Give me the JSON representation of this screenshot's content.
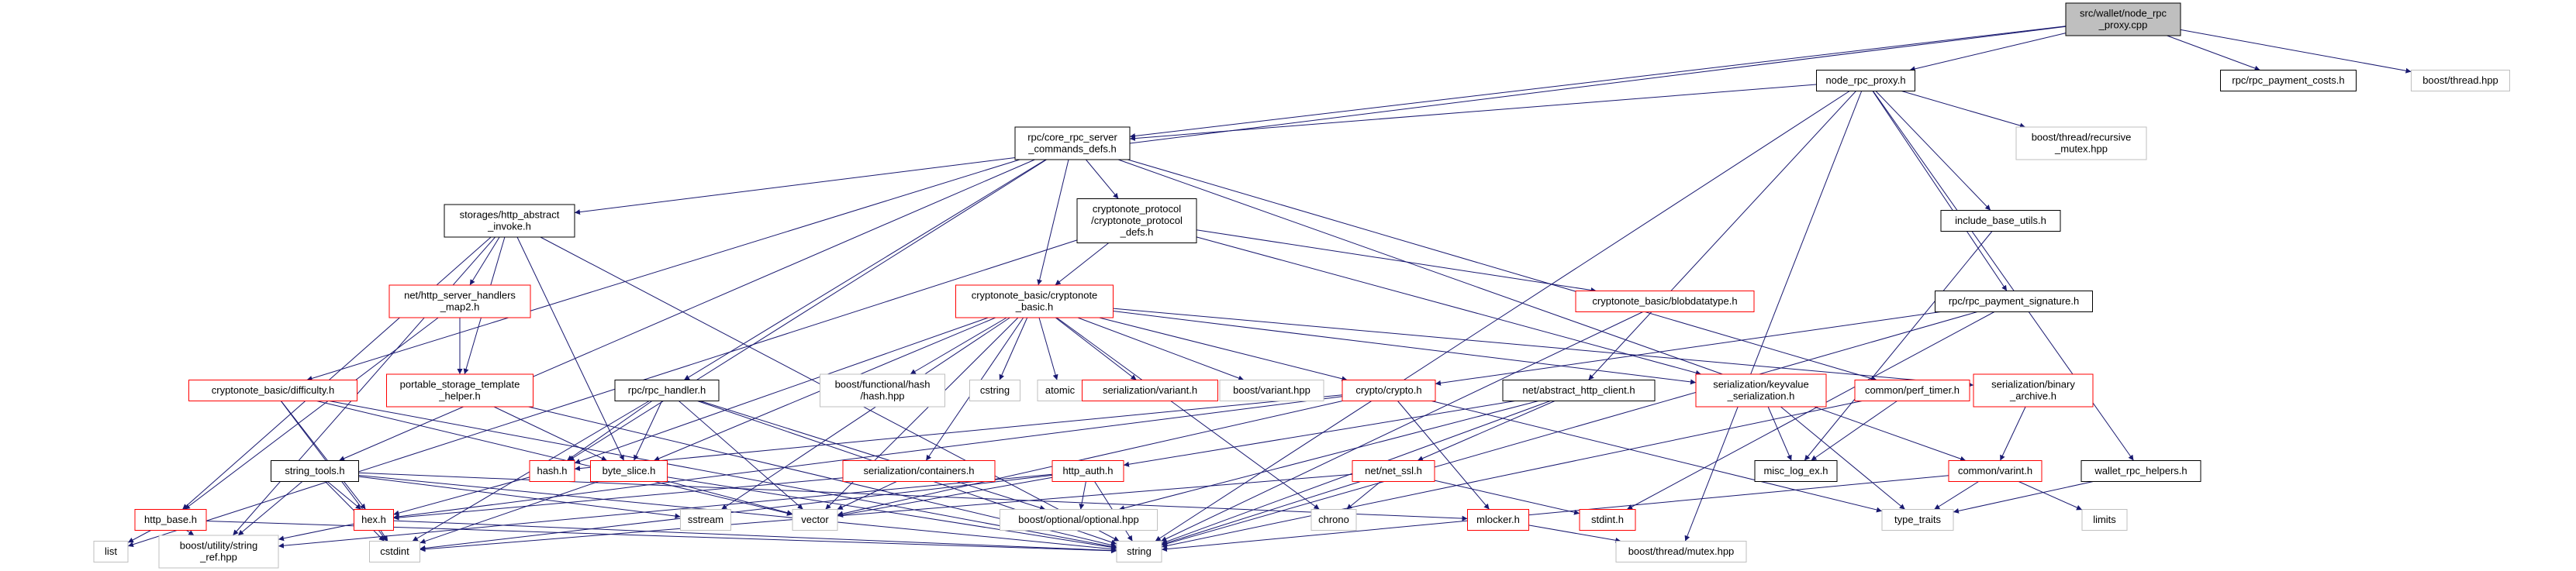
{
  "colors": {
    "edge": "#191970",
    "root_fill": "#bfbfbf",
    "node_border": "#000000",
    "red_border": "#ff0000",
    "gray_border": "#bfbfbf",
    "background": "#ffffff"
  },
  "nodes": [
    {
      "id": "root",
      "lines": [
        "src/wallet/node_rpc",
        "_proxy.cpp"
      ],
      "style": "root"
    },
    {
      "id": "node_rpc_proxy",
      "lines": [
        "node_rpc_proxy.h"
      ],
      "style": "black"
    },
    {
      "id": "rpc_payment_costs",
      "lines": [
        "rpc/rpc_payment_costs.h"
      ],
      "style": "black"
    },
    {
      "id": "boost_thread",
      "lines": [
        "boost/thread.hpp"
      ],
      "style": "gray"
    },
    {
      "id": "core_rpc",
      "lines": [
        "rpc/core_rpc_server",
        "_commands_defs.h"
      ],
      "style": "black"
    },
    {
      "id": "recursive_mutex",
      "lines": [
        "boost/thread/recursive",
        "_mutex.hpp"
      ],
      "style": "gray"
    },
    {
      "id": "http_abstract_invoke",
      "lines": [
        "storages/http_abstract",
        "_invoke.h"
      ],
      "style": "black"
    },
    {
      "id": "cn_protocol_defs",
      "lines": [
        "cryptonote_protocol",
        "/cryptonote_protocol",
        "_defs.h"
      ],
      "style": "black"
    },
    {
      "id": "include_base_utils",
      "lines": [
        "include_base_utils.h"
      ],
      "style": "black"
    },
    {
      "id": "http_server_handlers",
      "lines": [
        "net/http_server_handlers",
        "_map2.h"
      ],
      "style": "red"
    },
    {
      "id": "cn_basic",
      "lines": [
        "cryptonote_basic/cryptonote",
        "_basic.h"
      ],
      "style": "red"
    },
    {
      "id": "blobdatatype",
      "lines": [
        "cryptonote_basic/blobdatatype.h"
      ],
      "style": "red"
    },
    {
      "id": "rpc_payment_signature",
      "lines": [
        "rpc/rpc_payment_signature.h"
      ],
      "style": "black"
    },
    {
      "id": "difficulty",
      "lines": [
        "cryptonote_basic/difficulty.h"
      ],
      "style": "red"
    },
    {
      "id": "portable_storage",
      "lines": [
        "portable_storage_template",
        "_helper.h"
      ],
      "style": "red"
    },
    {
      "id": "rpc_handler",
      "lines": [
        "rpc/rpc_handler.h"
      ],
      "style": "black"
    },
    {
      "id": "functional_hash",
      "lines": [
        "boost/functional/hash",
        "/hash.hpp"
      ],
      "style": "gray"
    },
    {
      "id": "cstring",
      "lines": [
        "cstring"
      ],
      "style": "gray"
    },
    {
      "id": "atomic",
      "lines": [
        "atomic"
      ],
      "style": "gray"
    },
    {
      "id": "ser_variant",
      "lines": [
        "serialization/variant.h"
      ],
      "style": "red"
    },
    {
      "id": "boost_variant",
      "lines": [
        "boost/variant.hpp"
      ],
      "style": "gray"
    },
    {
      "id": "crypto",
      "lines": [
        "crypto/crypto.h"
      ],
      "style": "red"
    },
    {
      "id": "abstract_http_client",
      "lines": [
        "net/abstract_http_client.h"
      ],
      "style": "black"
    },
    {
      "id": "keyvalue_ser",
      "lines": [
        "serialization/keyvalue",
        "_serialization.h"
      ],
      "style": "red"
    },
    {
      "id": "perf_timer",
      "lines": [
        "common/perf_timer.h"
      ],
      "style": "red"
    },
    {
      "id": "binary_archive",
      "lines": [
        "serialization/binary",
        "_archive.h"
      ],
      "style": "red"
    },
    {
      "id": "string_tools",
      "lines": [
        "string_tools.h"
      ],
      "style": "black"
    },
    {
      "id": "hash",
      "lines": [
        "hash.h"
      ],
      "style": "red"
    },
    {
      "id": "byte_slice",
      "lines": [
        "byte_slice.h"
      ],
      "style": "red"
    },
    {
      "id": "ser_containers",
      "lines": [
        "serialization/containers.h"
      ],
      "style": "red"
    },
    {
      "id": "http_auth",
      "lines": [
        "http_auth.h"
      ],
      "style": "red"
    },
    {
      "id": "net_ssl",
      "lines": [
        "net/net_ssl.h"
      ],
      "style": "red"
    },
    {
      "id": "misc_log_ex",
      "lines": [
        "misc_log_ex.h"
      ],
      "style": "black"
    },
    {
      "id": "varint",
      "lines": [
        "common/varint.h"
      ],
      "style": "red"
    },
    {
      "id": "wallet_rpc_helpers",
      "lines": [
        "wallet_rpc_helpers.h"
      ],
      "style": "black"
    },
    {
      "id": "http_base",
      "lines": [
        "http_base.h"
      ],
      "style": "red"
    },
    {
      "id": "hex",
      "lines": [
        "hex.h"
      ],
      "style": "red"
    },
    {
      "id": "sstream",
      "lines": [
        "sstream"
      ],
      "style": "gray"
    },
    {
      "id": "vector",
      "lines": [
        "vector"
      ],
      "style": "gray"
    },
    {
      "id": "optional",
      "lines": [
        "boost/optional/optional.hpp"
      ],
      "style": "gray"
    },
    {
      "id": "chrono",
      "lines": [
        "chrono"
      ],
      "style": "gray"
    },
    {
      "id": "mlocker",
      "lines": [
        "mlocker.h"
      ],
      "style": "red"
    },
    {
      "id": "stdint",
      "lines": [
        "stdint.h"
      ],
      "style": "red"
    },
    {
      "id": "type_traits",
      "lines": [
        "type_traits"
      ],
      "style": "gray"
    },
    {
      "id": "limits",
      "lines": [
        "limits"
      ],
      "style": "gray"
    },
    {
      "id": "list",
      "lines": [
        "list"
      ],
      "style": "gray"
    },
    {
      "id": "string_ref",
      "lines": [
        "boost/utility/string",
        "_ref.hpp"
      ],
      "style": "gray"
    },
    {
      "id": "cstdint",
      "lines": [
        "cstdint"
      ],
      "style": "gray"
    },
    {
      "id": "string",
      "lines": [
        "string"
      ],
      "style": "gray"
    },
    {
      "id": "boost_mutex",
      "lines": [
        "boost/thread/mutex.hpp"
      ],
      "style": "gray"
    }
  ],
  "edges": [
    [
      "root",
      "node_rpc_proxy"
    ],
    [
      "root",
      "rpc_payment_costs"
    ],
    [
      "root",
      "boost_thread"
    ],
    [
      "root",
      "core_rpc"
    ],
    [
      "root",
      "http_abstract_invoke"
    ],
    [
      "node_rpc_proxy",
      "core_rpc"
    ],
    [
      "node_rpc_proxy",
      "recursive_mutex"
    ],
    [
      "node_rpc_proxy",
      "include_base_utils"
    ],
    [
      "node_rpc_proxy",
      "rpc_payment_signature"
    ],
    [
      "node_rpc_proxy",
      "abstract_http_client"
    ],
    [
      "node_rpc_proxy",
      "wallet_rpc_helpers"
    ],
    [
      "node_rpc_proxy",
      "string"
    ],
    [
      "node_rpc_proxy",
      "boost_mutex"
    ],
    [
      "core_rpc",
      "cn_protocol_defs"
    ],
    [
      "core_rpc",
      "cn_basic"
    ],
    [
      "core_rpc",
      "difficulty"
    ],
    [
      "core_rpc",
      "rpc_handler"
    ],
    [
      "core_rpc",
      "hash"
    ],
    [
      "core_rpc",
      "perf_timer"
    ],
    [
      "core_rpc",
      "varint"
    ],
    [
      "core_rpc",
      "string_tools"
    ],
    [
      "http_abstract_invoke",
      "http_server_handlers"
    ],
    [
      "http_abstract_invoke",
      "portable_storage"
    ],
    [
      "http_abstract_invoke",
      "byte_slice"
    ],
    [
      "http_abstract_invoke",
      "http_base"
    ],
    [
      "http_abstract_invoke",
      "string_ref"
    ],
    [
      "http_abstract_invoke",
      "string"
    ],
    [
      "cn_protocol_defs",
      "cn_basic"
    ],
    [
      "cn_protocol_defs",
      "blobdatatype"
    ],
    [
      "cn_protocol_defs",
      "keyvalue_ser"
    ],
    [
      "cn_protocol_defs",
      "list"
    ],
    [
      "include_base_utils",
      "misc_log_ex"
    ],
    [
      "http_server_handlers",
      "http_base"
    ],
    [
      "http_server_handlers",
      "portable_storage"
    ],
    [
      "cn_basic",
      "hash"
    ],
    [
      "cn_basic",
      "functional_hash"
    ],
    [
      "cn_basic",
      "cstring"
    ],
    [
      "cn_basic",
      "atomic"
    ],
    [
      "cn_basic",
      "ser_variant"
    ],
    [
      "cn_basic",
      "boost_variant"
    ],
    [
      "cn_basic",
      "crypto"
    ],
    [
      "cn_basic",
      "keyvalue_ser"
    ],
    [
      "cn_basic",
      "binary_archive"
    ],
    [
      "cn_basic",
      "ser_containers"
    ],
    [
      "cn_basic",
      "sstream"
    ],
    [
      "cn_basic",
      "vector"
    ],
    [
      "cn_basic",
      "chrono"
    ],
    [
      "cn_basic",
      "byte_slice"
    ],
    [
      "blobdatatype",
      "string"
    ],
    [
      "rpc_payment_signature",
      "crypto"
    ],
    [
      "rpc_payment_signature",
      "stdint"
    ],
    [
      "rpc_payment_signature",
      "string"
    ],
    [
      "difficulty",
      "cstdint"
    ],
    [
      "difficulty",
      "string"
    ],
    [
      "difficulty",
      "vector"
    ],
    [
      "difficulty",
      "hex"
    ],
    [
      "portable_storage",
      "byte_slice"
    ],
    [
      "portable_storage",
      "string"
    ],
    [
      "rpc_handler",
      "hash"
    ],
    [
      "rpc_handler",
      "byte_slice"
    ],
    [
      "rpc_handler",
      "vector"
    ],
    [
      "rpc_handler",
      "string"
    ],
    [
      "rpc_handler",
      "optional"
    ],
    [
      "rpc_handler",
      "cstdint"
    ],
    [
      "crypto",
      "hash"
    ],
    [
      "crypto",
      "hex"
    ],
    [
      "crypto",
      "vector"
    ],
    [
      "crypto",
      "mlocker"
    ],
    [
      "crypto",
      "type_traits"
    ],
    [
      "abstract_http_client",
      "http_auth"
    ],
    [
      "abstract_http_client",
      "net_ssl"
    ],
    [
      "abstract_http_client",
      "string"
    ],
    [
      "abstract_http_client",
      "optional"
    ],
    [
      "keyvalue_ser",
      "misc_log_ex"
    ],
    [
      "keyvalue_ser",
      "type_traits"
    ],
    [
      "perf_timer",
      "misc_log_ex"
    ],
    [
      "perf_timer",
      "string"
    ],
    [
      "binary_archive",
      "varint"
    ],
    [
      "string_tools",
      "hex"
    ],
    [
      "string_tools",
      "string_ref"
    ],
    [
      "string_tools",
      "cstdint"
    ],
    [
      "string_tools",
      "sstream"
    ],
    [
      "string_tools",
      "string"
    ],
    [
      "string_tools",
      "mlocker"
    ],
    [
      "byte_slice",
      "cstdint"
    ],
    [
      "byte_slice",
      "string"
    ],
    [
      "byte_slice",
      "vector"
    ],
    [
      "ser_containers",
      "vector"
    ],
    [
      "ser_containers",
      "hex"
    ],
    [
      "http_auth",
      "vector"
    ],
    [
      "http_auth",
      "optional"
    ],
    [
      "http_auth",
      "string"
    ],
    [
      "http_auth",
      "string_ref"
    ],
    [
      "http_auth",
      "cstdint"
    ],
    [
      "net_ssl",
      "chrono"
    ],
    [
      "net_ssl",
      "stdint"
    ],
    [
      "net_ssl",
      "string"
    ],
    [
      "net_ssl",
      "cstdint"
    ],
    [
      "varint",
      "type_traits"
    ],
    [
      "varint",
      "limits"
    ],
    [
      "varint",
      "string"
    ],
    [
      "wallet_rpc_helpers",
      "type_traits"
    ],
    [
      "http_base",
      "list"
    ],
    [
      "http_base",
      "string_ref"
    ],
    [
      "http_base",
      "string"
    ],
    [
      "hex",
      "string"
    ],
    [
      "hex",
      "cstdint"
    ],
    [
      "hex",
      "string_ref"
    ],
    [
      "mlocker",
      "boost_mutex"
    ],
    [
      "hash",
      "hex"
    ]
  ]
}
